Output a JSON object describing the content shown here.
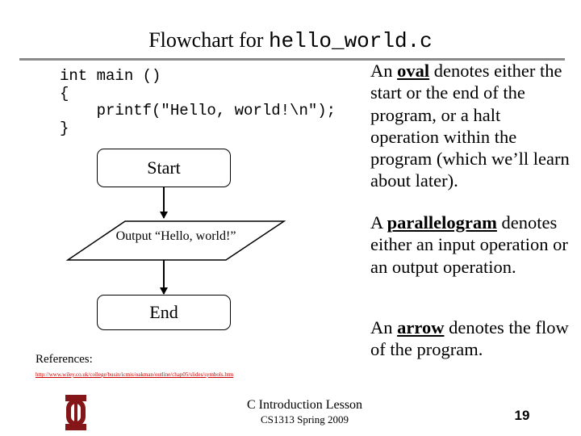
{
  "slide": {
    "title_prefix": "Flowchart for",
    "title_code": "hello_world.c",
    "code_lines": [
      "int main ()",
      "{",
      "    printf(\"Hello, world!\\n\");",
      "}"
    ],
    "flowchart": {
      "start_label": "Start",
      "output_label": "Output “Hello, world!”",
      "end_label": "End"
    },
    "descriptions": {
      "oval": {
        "lead": "An",
        "term": "oval",
        "rest": "denotes either the start or the end of the program, or a halt operation within the program (which we’ll learn about later)."
      },
      "parallelogram": {
        "lead": "A",
        "term": "parallelogram",
        "rest": "denotes either an input operation or an output operation."
      },
      "arrow": {
        "lead": "An",
        "term": "arrow",
        "rest": "denotes the flow of the program."
      }
    },
    "references_label": "References:",
    "references_url": "http://www.wiley.co.uk/college/busin/icmis/oakman/outline/chap05/slides/symbols.htm",
    "footer": {
      "course": "C Introduction Lesson",
      "term": "CS1313 Spring 2009",
      "page_number": "19"
    },
    "colors": {
      "logo": "#841617",
      "rule": "#8a8a8a",
      "link": "#cc0000"
    }
  }
}
